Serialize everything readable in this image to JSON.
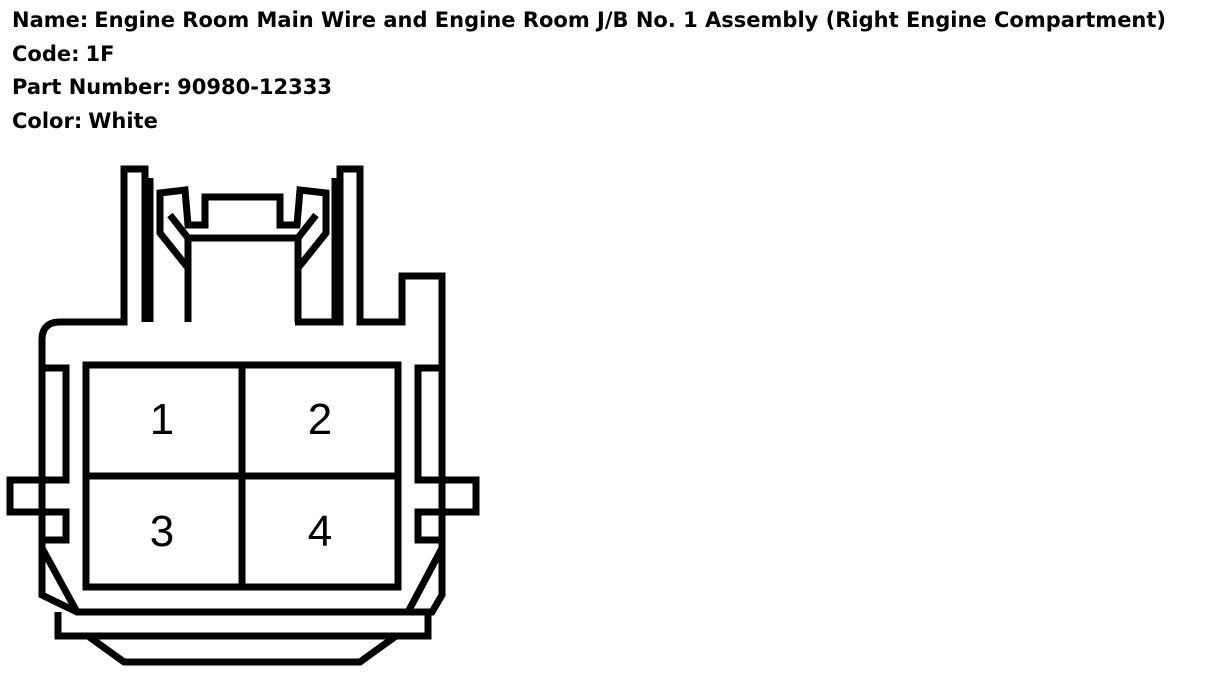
{
  "connector": {
    "name_label": "Name:",
    "name": "Engine Room Main Wire and Engine Room J/B No. 1 Assembly (Right Engine Compartment)",
    "code_label": "Code:",
    "code": "1F",
    "part_number_label": "Part Number:",
    "part_number": "90980-12333",
    "color_label": "Color:",
    "color": "White"
  },
  "pins": [
    "1",
    "2",
    "3",
    "4"
  ]
}
